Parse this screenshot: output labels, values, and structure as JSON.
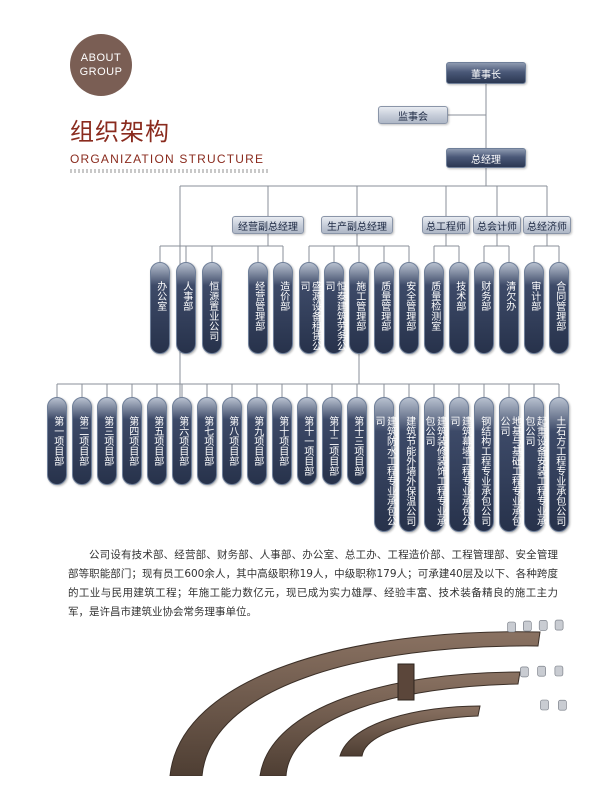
{
  "header": {
    "badge_line1": "ABOUT",
    "badge_line2": "GROUP",
    "title_cn": "组织架构",
    "title_en": "ORGANIZATION STRUCTURE"
  },
  "org": {
    "top": [
      {
        "id": "chairman",
        "label": "董事长"
      },
      {
        "id": "supervisory",
        "label": "监事会"
      },
      {
        "id": "gm",
        "label": "总经理"
      }
    ],
    "deputies": [
      {
        "id": "d1",
        "label": "经营副总经理"
      },
      {
        "id": "d2",
        "label": "生产副总经理"
      },
      {
        "id": "d3",
        "label": "总工程师"
      },
      {
        "id": "d4",
        "label": "总会计师"
      },
      {
        "id": "d5",
        "label": "总经济师"
      }
    ],
    "departments": [
      {
        "id": "p1",
        "label": "办公室"
      },
      {
        "id": "p2",
        "label": "人事部"
      },
      {
        "id": "p3",
        "label": "恒源置业公司"
      },
      {
        "id": "p4",
        "label": "经营管理部"
      },
      {
        "id": "p5",
        "label": "造价部"
      },
      {
        "id": "p6",
        "label": "盛源设备租赁公司"
      },
      {
        "id": "p7",
        "label": "恒泰建筑劳务公司"
      },
      {
        "id": "p8",
        "label": "施工管理部"
      },
      {
        "id": "p9",
        "label": "质量管理部"
      },
      {
        "id": "p10",
        "label": "安全管理部"
      },
      {
        "id": "p11",
        "label": "质量检测室"
      },
      {
        "id": "p12",
        "label": "技术部"
      },
      {
        "id": "p13",
        "label": "财务部"
      },
      {
        "id": "p14",
        "label": "清欠办"
      },
      {
        "id": "p15",
        "label": "审计部"
      },
      {
        "id": "p16",
        "label": "合同管理部"
      }
    ],
    "units": [
      {
        "id": "u1",
        "label": "第一项目部"
      },
      {
        "id": "u2",
        "label": "第二项目部"
      },
      {
        "id": "u3",
        "label": "第三项目部"
      },
      {
        "id": "u4",
        "label": "第四项目部"
      },
      {
        "id": "u5",
        "label": "第五项目部"
      },
      {
        "id": "u6",
        "label": "第六项目部"
      },
      {
        "id": "u7",
        "label": "第七项目部"
      },
      {
        "id": "u8",
        "label": "第八项目部"
      },
      {
        "id": "u9",
        "label": "第九项目部"
      },
      {
        "id": "u10",
        "label": "第十项目部"
      },
      {
        "id": "u11",
        "label": "第十一项目部"
      },
      {
        "id": "u12",
        "label": "第十二项目部"
      },
      {
        "id": "u13",
        "label": "第十三项目部"
      },
      {
        "id": "u14",
        "label": "建筑防水工程专业承包公司"
      },
      {
        "id": "u15",
        "label": "建筑节能外墙外保温公司"
      },
      {
        "id": "u16",
        "label": "建筑装修装饰工程专业承包公司"
      },
      {
        "id": "u17",
        "label": "建筑幕墙工程专业承包公司"
      },
      {
        "id": "u18",
        "label": "钢结构工程专业承包公司"
      },
      {
        "id": "u19",
        "label": "地基与基础工程专业承包公司"
      },
      {
        "id": "u20",
        "label": "起重设备安装工程专业承包公司"
      },
      {
        "id": "u21",
        "label": "土石方工程专业承包公司"
      }
    ]
  },
  "description": "公司设有技术部、经营部、财务部、人事部、办公室、总工办、工程造价部、工程管理部、安全管理部等职能部门；现有员工600余人，其中高级职称19人，中级职称179人；可承建40层及以下、各种跨度的工业与民用建筑工程；年施工能力数亿元，现已成为实力雄厚、经验丰富、技术装备精良的施工主力军，是许昌市建筑业协会常务理事单位。",
  "colors": {
    "accent": "#8a2b1e",
    "badge": "#7a5e54",
    "box_dark": "#2b3752",
    "line": "#8a8f99"
  }
}
